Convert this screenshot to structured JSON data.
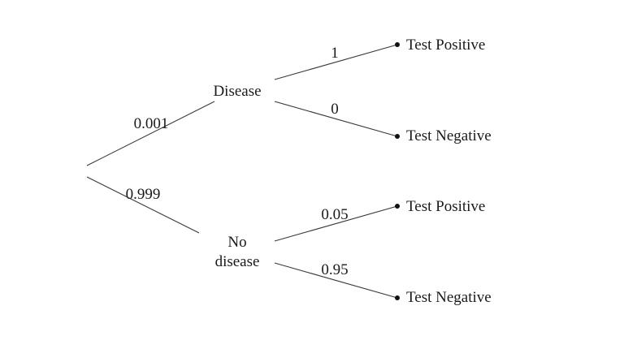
{
  "diagram": {
    "type": "probability-tree",
    "root": {
      "label": ""
    },
    "level1": [
      {
        "label": "Disease",
        "probability": "0.001",
        "children": [
          {
            "label": "Test Positive",
            "probability": "1"
          },
          {
            "label": "Test Negative",
            "probability": "0"
          }
        ]
      },
      {
        "label_line1": "No",
        "label_line2": "disease",
        "label": "No disease",
        "probability": "0.999",
        "children": [
          {
            "label": "Test Positive",
            "probability": "0.05"
          },
          {
            "label": "Test Negative",
            "probability": "0.95"
          }
        ]
      }
    ]
  },
  "colors": {
    "background": "#ffffff",
    "line": "#3a3a3a",
    "text": "#1a1a1a",
    "dot": "#111111"
  }
}
